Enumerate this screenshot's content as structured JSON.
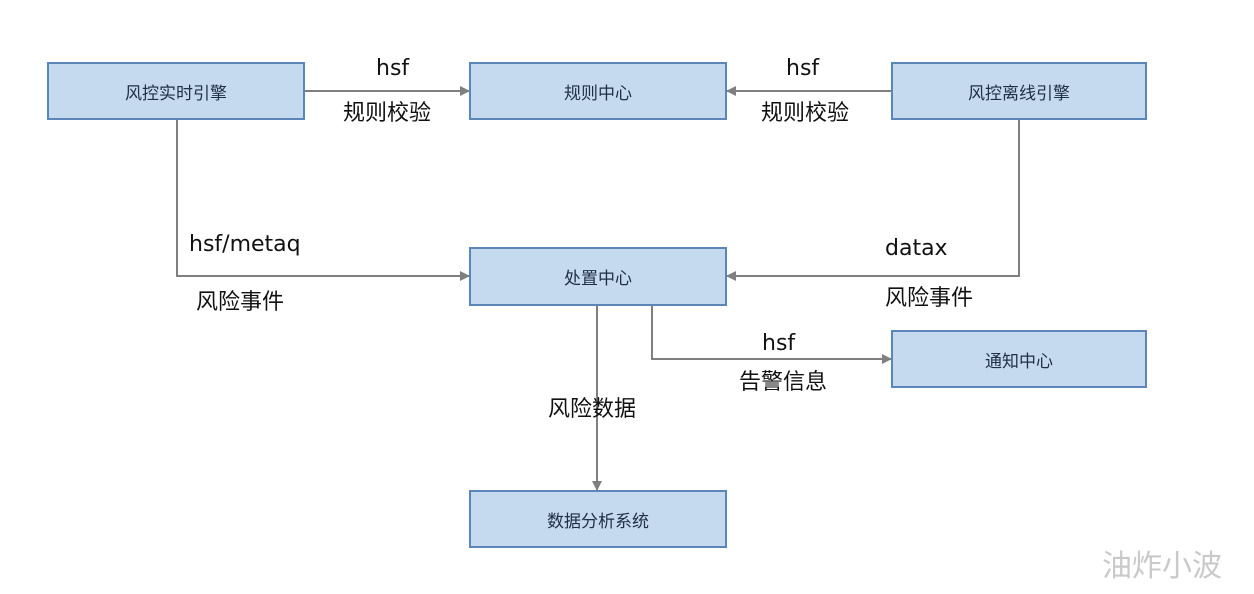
{
  "nodes": {
    "realtime_engine": "风控实时引擎",
    "rule_center": "规则中心",
    "offline_engine": "风控离线引擎",
    "handling_center": "处置中心",
    "notify_center": "通知中心",
    "analysis_system": "数据分析系统"
  },
  "edges": {
    "realtime_to_rule": {
      "protocol": "hsf",
      "desc": "规则校验"
    },
    "offline_to_rule": {
      "protocol": "hsf",
      "desc": "规则校验"
    },
    "realtime_to_handling": {
      "protocol": "hsf/metaq",
      "desc": "风险事件"
    },
    "offline_to_handling": {
      "protocol": "datax",
      "desc": "风险事件"
    },
    "handling_to_notify": {
      "protocol": "hsf",
      "desc": "告警信息"
    },
    "handling_to_analysis": {
      "desc": "风险数据"
    }
  },
  "watermark": "油炸小波",
  "colors": {
    "box_fill": "#c5d9ef",
    "box_border": "#5b86b8",
    "line": "#7f7f7f"
  }
}
